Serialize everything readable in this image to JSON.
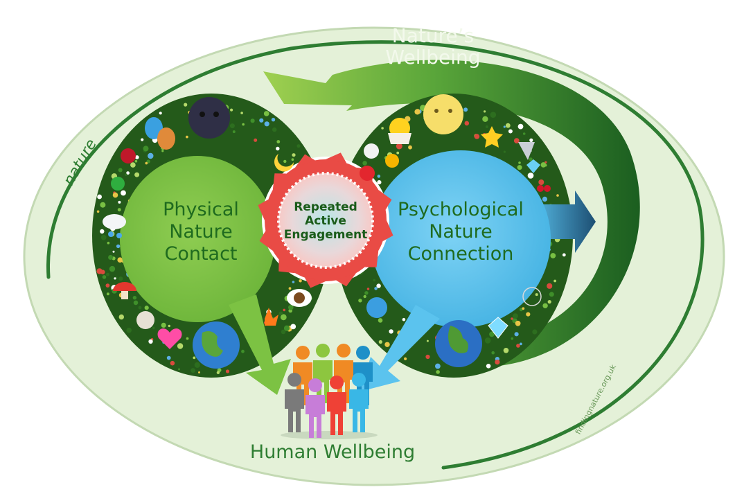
{
  "diagram": {
    "outer_label": "nature",
    "top_arrow_label": [
      "Nature’s",
      "Wellbeing"
    ],
    "left_loop_label": [
      "Physical",
      "Nature",
      "Contact"
    ],
    "right_loop_label": [
      "Psychological",
      "Nature",
      "Connection"
    ],
    "center_label": [
      "Repeated",
      "Active",
      "Engagement"
    ],
    "bottom_label": "Human Wellbeing",
    "credit": "findingnature.org.uk"
  },
  "icons": {
    "left_loop": [
      "moon-face-icon",
      "theater-masks-icon",
      "ant-icon",
      "spider-icon",
      "globe-icon",
      "moon-icon",
      "rose-icon",
      "clover-icon",
      "cloud-rain-icon",
      "mushroom-icon",
      "shell-icon",
      "heart-icon",
      "earth-globe-icon",
      "fire-icon",
      "snowflake-icon",
      "eye-icon"
    ],
    "right_loop": [
      "sun-face-icon",
      "chick-icon",
      "skull-icon",
      "heart-icon",
      "sunflower-icon",
      "star-icon",
      "tornado-icon",
      "diamond-icon",
      "cherries-icon",
      "leaf-icon",
      "globe-icon",
      "spiderweb-icon",
      "earth-globe-icon",
      "diamond-icon",
      "shrimp-icon"
    ]
  },
  "colors": {
    "outer_ellipse": "#e4f1d8",
    "outer_border": "#2e7d32",
    "loop_ring": "#245a1a",
    "physical_fill": "#7cc243",
    "psych_fill": "#5bc3ee",
    "center_ring": "#e94b45",
    "top_arrow_dark": "#1f6b1f",
    "top_arrow_light": "#8dc63f",
    "text": "#1f6b1f"
  },
  "people": [
    {
      "color": "#f08a24"
    },
    {
      "color": "#8dc63f"
    },
    {
      "color": "#f08a24"
    },
    {
      "color": "#1e90c8"
    },
    {
      "color": "#7a7a7a"
    },
    {
      "color": "#c77dd8"
    },
    {
      "color": "#ef4136"
    },
    {
      "color": "#39b7e6"
    }
  ]
}
